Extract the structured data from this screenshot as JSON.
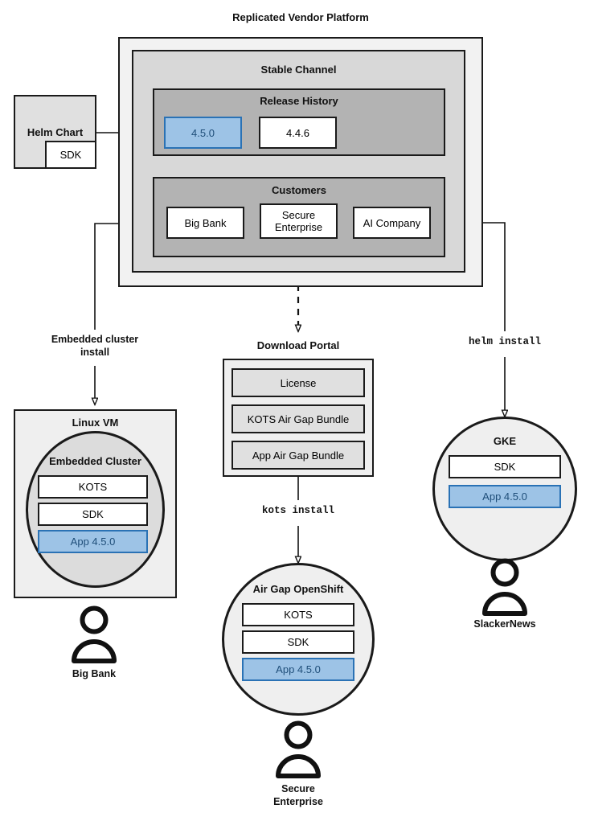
{
  "diagram": {
    "title": "Replicated Vendor Platform",
    "platform": {
      "stable_channel": {
        "title": "Stable Channel",
        "release_history": {
          "title": "Release History",
          "releases": [
            {
              "version": "4.5.0",
              "state": "active"
            },
            {
              "version": "4.4.6",
              "state": "previous"
            }
          ]
        },
        "customers": {
          "title": "Customers",
          "items": [
            {
              "name": "Big Bank"
            },
            {
              "name": "Secure\nEnterprise"
            },
            {
              "name": "AI Company"
            }
          ]
        }
      }
    },
    "helm_chart": {
      "title": "Helm Chart",
      "component": "SDK"
    },
    "download_portal": {
      "title": "Download Portal",
      "artifacts": [
        "License",
        "KOTS Air Gap Bundle",
        "App Air Gap Bundle"
      ]
    },
    "install_labels": {
      "embedded": "Embedded cluster\ninstall",
      "kots": "kots install",
      "helm": "helm install"
    },
    "targets": [
      {
        "key": "linux-vm",
        "shape": "rect",
        "title": "Linux VM",
        "inner_title": "Embedded Cluster",
        "stack": [
          {
            "label": "KOTS",
            "style": "white"
          },
          {
            "label": "SDK",
            "style": "white"
          },
          {
            "label": "App 4.5.0",
            "style": "blue"
          }
        ],
        "persona": "Big Bank"
      },
      {
        "key": "air-gap-openshift",
        "shape": "circle",
        "title": "Air Gap OpenShift",
        "stack": [
          {
            "label": "KOTS",
            "style": "white"
          },
          {
            "label": "SDK",
            "style": "white"
          },
          {
            "label": "App 4.5.0",
            "style": "blue"
          }
        ],
        "persona": "Secure\nEnterprise"
      },
      {
        "key": "gke",
        "shape": "circle",
        "title": "GKE",
        "stack": [
          {
            "label": "SDK",
            "style": "white"
          },
          {
            "label": "App 4.5.0",
            "style": "blue"
          }
        ],
        "persona": "SlackerNews"
      }
    ],
    "colors": {
      "accent_blue_fill": "#9dc3e6",
      "accent_blue_border": "#2a72b5",
      "accent_blue_text": "#1f4e79",
      "stroke": "#1a1a1a",
      "layer1": "#f2f2f2",
      "layer2": "#d8d8d8",
      "layer3": "#b3b3b3"
    }
  }
}
